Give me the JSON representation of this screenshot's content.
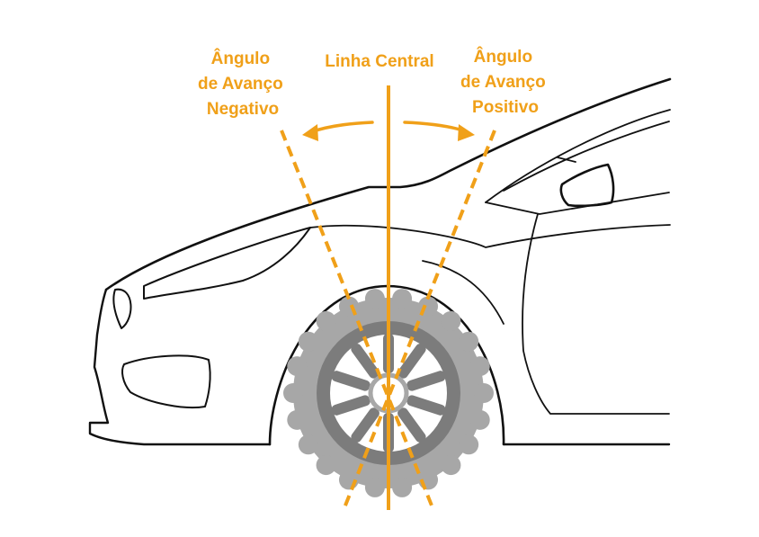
{
  "diagram": {
    "labels": {
      "negative": [
        "Ângulo",
        "de Avanço",
        "Negativo"
      ],
      "center": "Linha Central",
      "positive": [
        "Ângulo",
        "de Avanço",
        "Positivo"
      ]
    },
    "colors": {
      "accent": "#F0A019",
      "tire": "#A7A7A7",
      "rim": "#7C7C7C",
      "outline": "#111111",
      "background": "#FFFFFF"
    }
  }
}
